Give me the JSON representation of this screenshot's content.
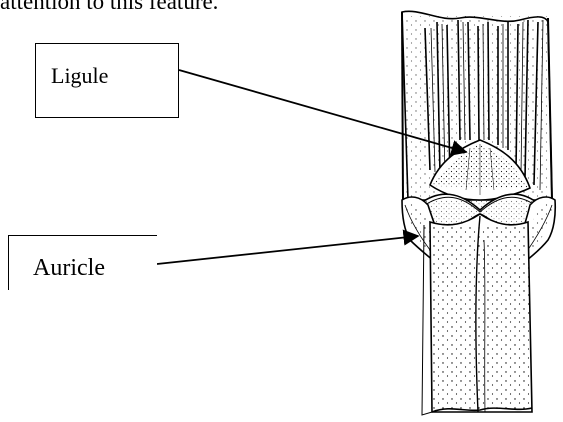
{
  "header": {
    "text": "attention to this feature."
  },
  "labels": {
    "ligule": "Ligule",
    "auricle": "Auricle"
  },
  "colors": {
    "ink": "#000000",
    "background": "#ffffff"
  },
  "icons": {
    "arrow": "arrow-head"
  }
}
